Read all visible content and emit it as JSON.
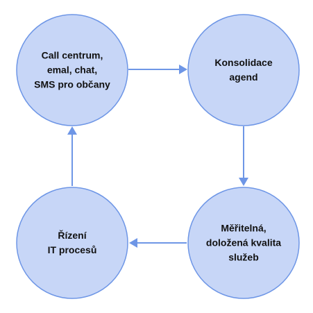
{
  "colors": {
    "node_fill": "#c7d6f7",
    "node_stroke": "#6e96e6",
    "arrow": "#6e96e6",
    "text": "#111111"
  },
  "nodes": [
    {
      "id": "call-centrum",
      "lines": [
        "Call centrum,",
        "emal, chat,",
        "SMS pro občany"
      ]
    },
    {
      "id": "konsolidace",
      "lines": [
        "Konsolidace",
        "agend"
      ]
    },
    {
      "id": "meritelna-kvalita",
      "lines": [
        "Měřitelná,",
        "doložená kvalita",
        "služeb"
      ]
    },
    {
      "id": "rizeni-it",
      "lines": [
        "Řízení",
        "IT procesů"
      ]
    }
  ],
  "edges": [
    {
      "from": "call-centrum",
      "to": "konsolidace"
    },
    {
      "from": "konsolidace",
      "to": "meritelna-kvalita"
    },
    {
      "from": "meritelna-kvalita",
      "to": "rizeni-it"
    },
    {
      "from": "rizeni-it",
      "to": "call-centrum"
    }
  ]
}
